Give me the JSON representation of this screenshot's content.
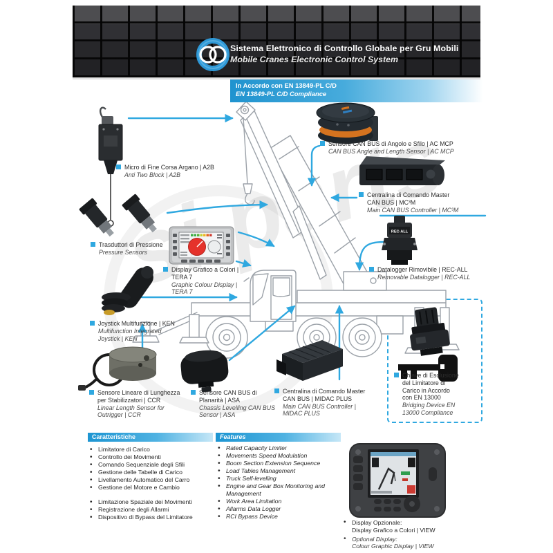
{
  "colors": {
    "accent": "#2FA8E0",
    "header_bg": "#29292C",
    "line_gray": "#9BA1A8"
  },
  "header": {
    "title_it": "Sistema Elettronico di Controllo Globale per Gru Mobili",
    "title_en": "Mobile Cranes Electronic Control System"
  },
  "badge": {
    "it": "In Accordo con EN 13849-PL C/D",
    "en": "EN 13849-PL C/D Compliance"
  },
  "watermark": "si parts",
  "labels": {
    "a2b": {
      "it": [
        "Micro di Fine Corsa Argano | A2B"
      ],
      "en": [
        "Anti Two Block | A2B"
      ]
    },
    "pressure": {
      "it": [
        "Trasduttori di Pressione"
      ],
      "en": [
        "Pressure Sensors"
      ]
    },
    "tera7": {
      "it": [
        "Display Grafico a Colori |",
        "TERA 7"
      ],
      "en": [
        "Graphic Colour Display |",
        "TERA 7"
      ]
    },
    "ken": {
      "it": [
        "Joystick Multifunzione | KEN"
      ],
      "en": [
        "Multifunction Integrated",
        "Joystick | KEN"
      ]
    },
    "ccr": {
      "it": [
        "Sensore Lineare di Lunghezza",
        "per Stabilizzatori | CCR"
      ],
      "en": [
        "Linear Length Sensor for",
        "Outrigger | CCR"
      ]
    },
    "asa": {
      "it": [
        "Sensore CAN BUS di",
        "Planarità | ASA"
      ],
      "en": [
        "Chassis Levelling CAN BUS",
        "Sensor | ASA"
      ]
    },
    "midac": {
      "it": [
        "Centralina di Comando Master",
        "CAN BUS | MIDAC PLUS"
      ],
      "en": [
        "Main CAN BUS Controller |",
        "MIDAC PLUS"
      ]
    },
    "acmcp": {
      "it": [
        "Sensore CAN BUS di Angolo e Sfilo | AC MCP"
      ],
      "en": [
        "CAN BUS Angle and Length Sensor | AC MCP"
      ]
    },
    "mc3m": {
      "it": [
        "Centralina di Comando Master",
        "CAN BUS | MC³M"
      ],
      "en": [
        "Main CAN BUS Controller | MC³M"
      ]
    },
    "recall": {
      "it": [
        "Datalogger Rimovibile | REC-ALL"
      ],
      "en": [
        "Removable Datalogger | REC-ALL"
      ]
    },
    "key": {
      "it": [
        "Chiave di Esclusione",
        "del Limitatore di",
        "Carico in Accordo",
        "con EN 13000"
      ],
      "en": [
        "Bridging Device EN",
        "13000 Compliance"
      ]
    }
  },
  "devices": {
    "rec_all_brand": "REC-ALL"
  },
  "lists": {
    "caratteristiche": {
      "title": "Caratteristiche",
      "group1": [
        "Limitatore di Carico",
        "Controllo dei Movimenti",
        "Comando Sequenziale degli Sfili",
        "Gestione delle Tabelle di Carico",
        "Livellamento Automatico del Carro",
        "Gestione del Motore e Cambio"
      ],
      "group2": [
        "Limitazione Spaziale dei Movimenti",
        "Registrazione degli Allarmi",
        "Dispositivo di Bypass del Limitatore"
      ]
    },
    "features": {
      "title": "Features",
      "items": [
        "Rated Capacity Limiter",
        "Movements Speed Modulation",
        "Boom Section Extension Sequence",
        "Load Tables Management",
        "Truck Self-levelling",
        "Engine and Gear Box Monitoring and Management",
        "Work Area Limitation",
        "Allarms Data Logger",
        "RCI Bypass Device"
      ]
    }
  },
  "view_display": {
    "bullets": [
      {
        "line1": "Display Opzionale:",
        "line2": "Display Grafico a Colori | VIEW"
      },
      {
        "line1": "Optional Display:",
        "line2": "Colour Graphic Display | VIEW"
      }
    ]
  }
}
